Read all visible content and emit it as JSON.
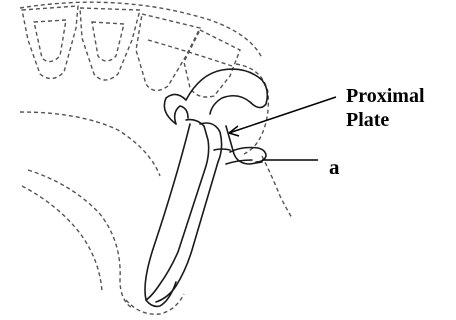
{
  "labels": {
    "proximal_plate_line1": "Proximal",
    "proximal_plate_line2": "Plate",
    "part_a": "a"
  },
  "colors": {
    "solid_stroke": "#1a1a1a",
    "dashed_stroke": "#555555",
    "background": "#ffffff"
  }
}
